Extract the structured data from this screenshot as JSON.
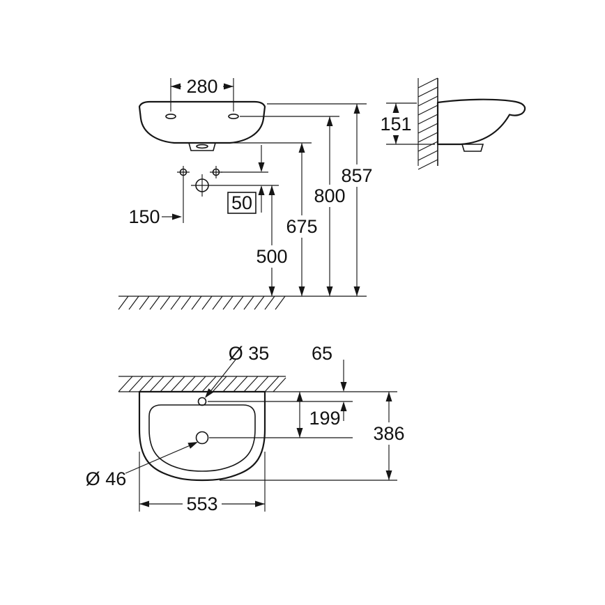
{
  "drawing": {
    "front_view": {
      "fixing_distance": "280",
      "overall_height": "857",
      "fixing_height": "800",
      "rim_underside_height": "675",
      "tap_ledge_height": "500",
      "side_offset": "150",
      "hole_offset": "50"
    },
    "side_view": {
      "basin_depth_at_wall": "151"
    },
    "plan_view": {
      "tap_hole_diameter": "Ø 35",
      "tap_hole_from_wall": "65",
      "drain_from_wall": "199",
      "overall_depth": "386",
      "drain_diameter": "Ø 46",
      "overall_width": "553"
    }
  }
}
